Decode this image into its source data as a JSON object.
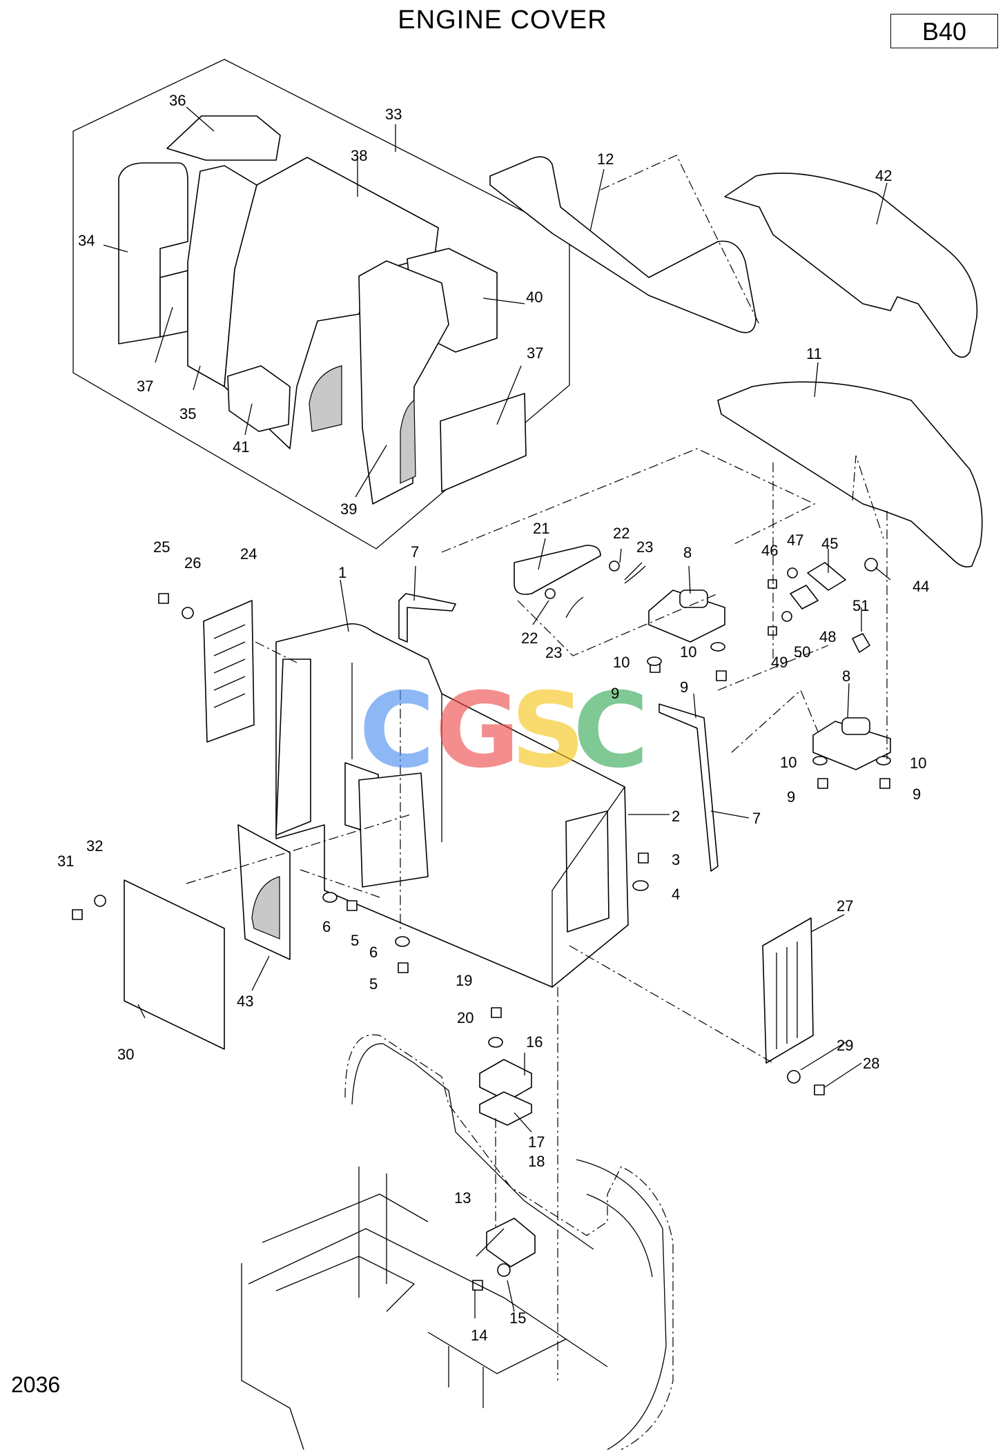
{
  "title": "ENGINE COVER",
  "figure_code": "B40",
  "page_number": "2036",
  "watermark": {
    "letters": [
      "C",
      "G",
      "S",
      "C"
    ],
    "colors": [
      "#4a8ef0",
      "#ee4a4a",
      "#f5c518",
      "#34a853"
    ]
  },
  "callouts": {
    "c1": "1",
    "c2": "2",
    "c3": "3",
    "c4": "4",
    "c5a": "5",
    "c5b": "5",
    "c6a": "6",
    "c6b": "6",
    "c7a": "7",
    "c7b": "7",
    "c8a": "8",
    "c8b": "8",
    "c9a": "9",
    "c9b": "9",
    "c9c": "9",
    "c9d": "9",
    "c10a": "10",
    "c10b": "10",
    "c10c": "10",
    "c10d": "10",
    "c11": "11",
    "c12": "12",
    "c13": "13",
    "c14": "14",
    "c15": "15",
    "c16": "16",
    "c17": "17",
    "c18": "18",
    "c19": "19",
    "c20": "20",
    "c21": "21",
    "c22a": "22",
    "c22b": "22",
    "c23a": "23",
    "c23b": "23",
    "c24": "24",
    "c25": "25",
    "c26": "26",
    "c27": "27",
    "c28": "28",
    "c29": "29",
    "c30": "30",
    "c31": "31",
    "c32": "32",
    "c33": "33",
    "c34": "34",
    "c35": "35",
    "c36": "36",
    "c37a": "37",
    "c37b": "37",
    "c38": "38",
    "c39": "39",
    "c40": "40",
    "c41": "41",
    "c42": "42",
    "c43": "43",
    "c44": "44",
    "c45": "45",
    "c46": "46",
    "c47": "47",
    "c48": "48",
    "c49": "49",
    "c50": "50",
    "c51": "51"
  }
}
